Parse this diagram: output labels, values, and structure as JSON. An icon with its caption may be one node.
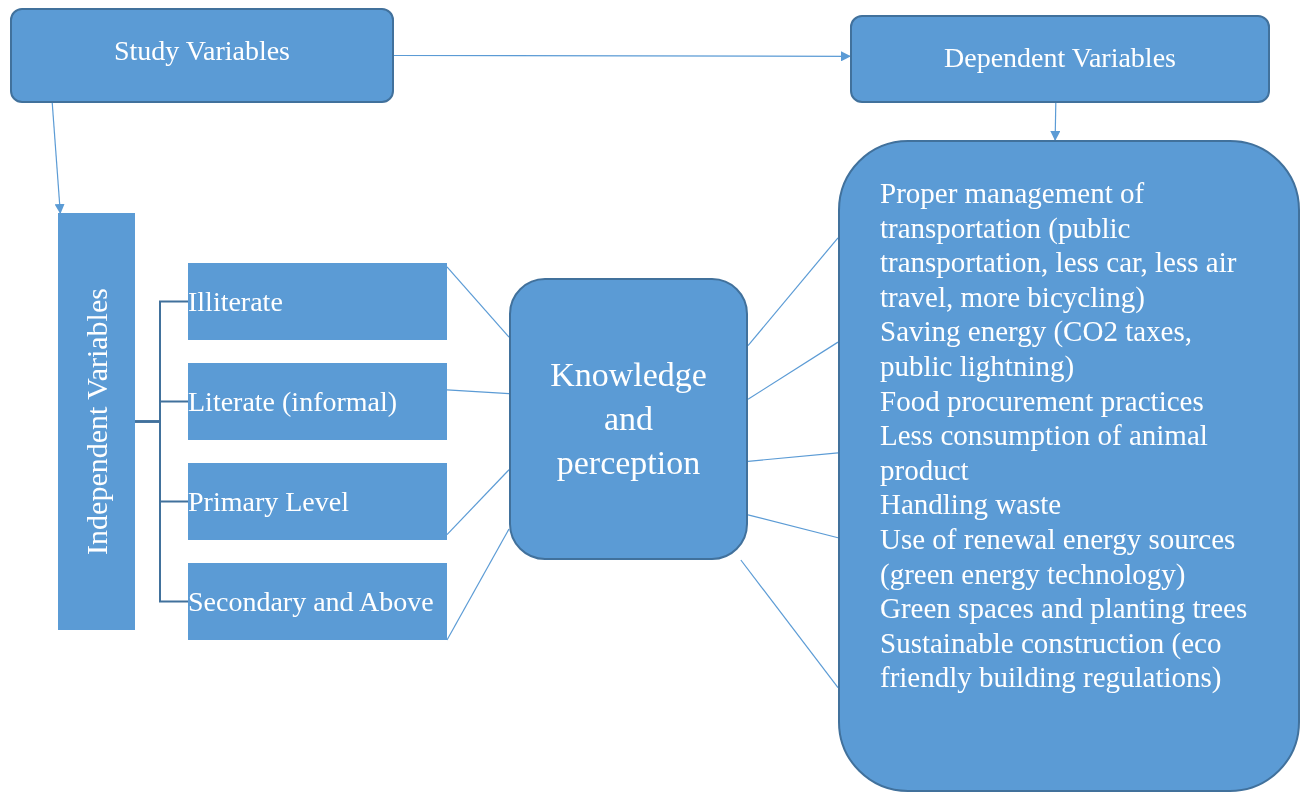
{
  "diagram": {
    "nodes": [
      {
        "text": [
          "Study Variables"
        ]
      },
      {
        "text": [
          "Dependent Variables"
        ]
      },
      {
        "text": [
          "Independent Variables"
        ]
      },
      {
        "text": [
          "Illiterate"
        ]
      },
      {
        "text": [
          "Literate (informal)"
        ]
      },
      {
        "text": [
          "Primary Level"
        ]
      },
      {
        "text": [
          "Secondary and Above"
        ]
      },
      {
        "text": [
          "Knowledge and perception"
        ]
      },
      {
        "text": [
          "Proper management of transportation (public transportation, less car, less air travel, more bicycling)",
          "Saving energy (CO2 taxes, public lightning)",
          "Food procurement practices",
          "Less consumption of animal product",
          "Handling waste",
          "Use of renewal energy sources (green energy technology)",
          "Green spaces and planting trees",
          "Sustainable construction (eco friendly building regulations)"
        ]
      }
    ],
    "edges": [
      {
        "from": 0,
        "to": 1,
        "arrow": "to"
      },
      {
        "from": 0,
        "to": 2,
        "arrow": "to"
      },
      {
        "from": 1,
        "to": 8,
        "arrow": "to"
      },
      {
        "from": 2,
        "to": 3,
        "arrow": "none",
        "color": "#41719c"
      },
      {
        "from": 2,
        "to": 4,
        "arrow": "none",
        "color": "#41719c"
      },
      {
        "from": 2,
        "to": 5,
        "arrow": "none",
        "color": "#41719c"
      },
      {
        "from": 2,
        "to": 6,
        "arrow": "none",
        "color": "#41719c"
      },
      {
        "from": 3,
        "to": 7,
        "arrow": "none"
      },
      {
        "from": 4,
        "to": 7,
        "arrow": "none"
      },
      {
        "from": 5,
        "to": 7,
        "arrow": "none"
      },
      {
        "from": 6,
        "to": 7,
        "arrow": "none"
      },
      {
        "from": 7,
        "to": 8,
        "arrow": "none"
      },
      {
        "from": 7,
        "to": 8,
        "arrow": "none"
      },
      {
        "from": 7,
        "to": 8,
        "arrow": "none"
      },
      {
        "from": 7,
        "to": 8,
        "arrow": "none"
      },
      {
        "from": 7,
        "to": 8,
        "arrow": "none"
      }
    ]
  }
}
